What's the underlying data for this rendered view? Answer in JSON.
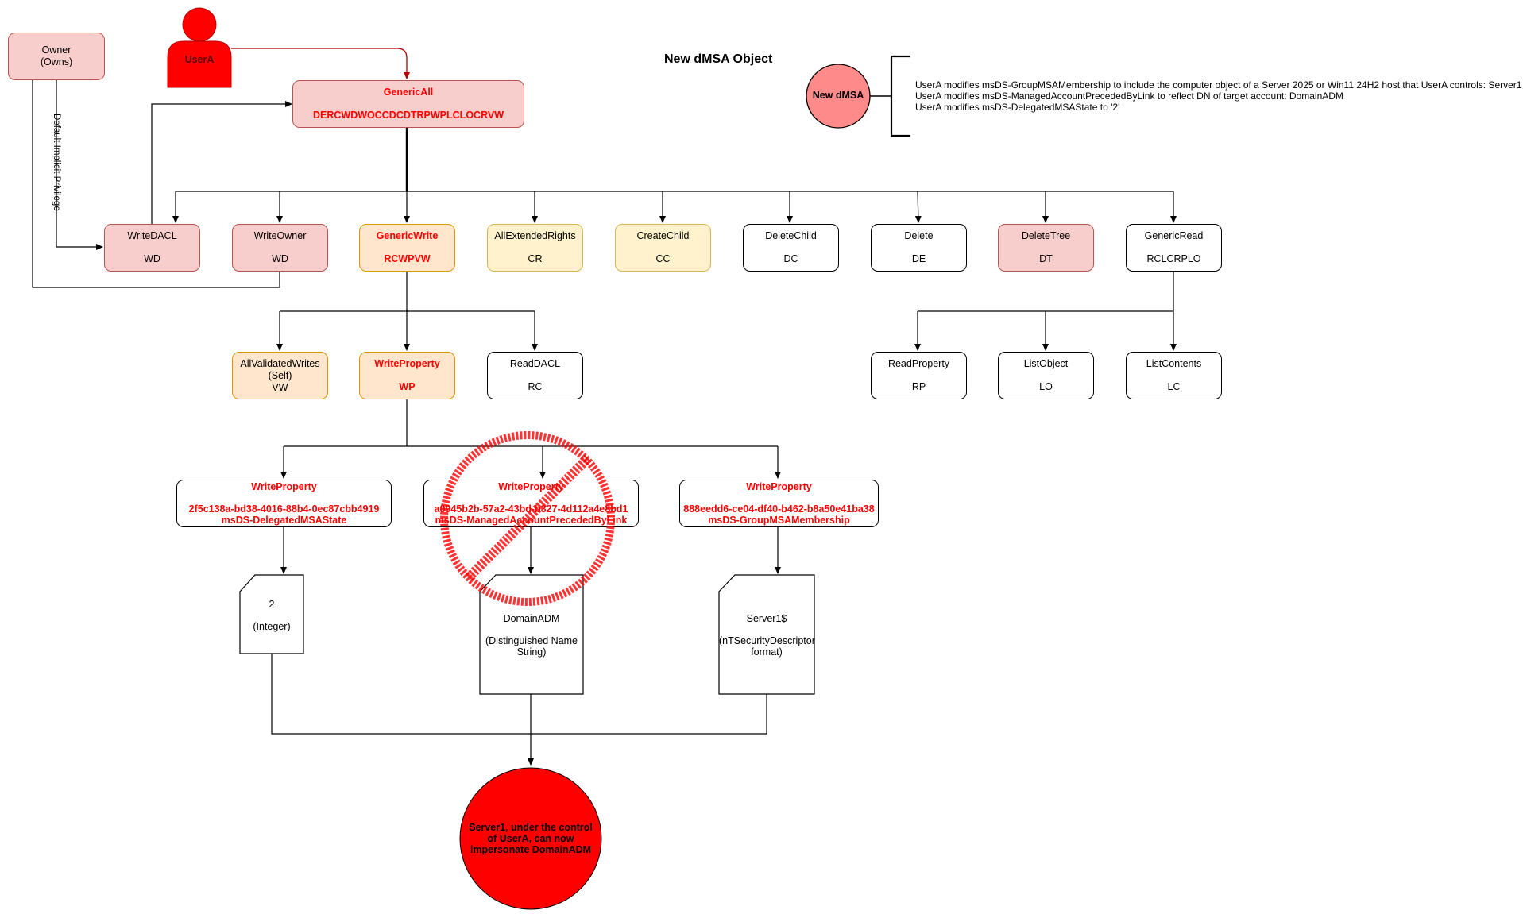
{
  "title": "New dMSA Object",
  "actor": {
    "label": "UserA",
    "color": "#ff0000"
  },
  "owner": {
    "line1": "Owner",
    "line2": "(Owns)"
  },
  "implicit_label": "Default Implicit Privilege",
  "generic_all": {
    "label": "GenericAll",
    "code": "DERCWDWOCCDCDTRPWPLCLOCRVW"
  },
  "rights": [
    {
      "label": "WriteDACL",
      "code": "WD"
    },
    {
      "label": "WriteOwner",
      "code": "WD"
    },
    {
      "label": "GenericWrite",
      "code": "RCWPVW"
    },
    {
      "label": "AllExtendedRights",
      "code": "CR"
    },
    {
      "label": "CreateChild",
      "code": "CC"
    },
    {
      "label": "DeleteChild",
      "code": "DC"
    },
    {
      "label": "Delete",
      "code": "DE"
    },
    {
      "label": "DeleteTree",
      "code": "DT"
    },
    {
      "label": "GenericRead",
      "code": "RCLCRPLO"
    }
  ],
  "generic_write_children": [
    {
      "label": "AllValidatedWrites\n(Self)",
      "code": "VW"
    },
    {
      "label": "WriteProperty",
      "code": "WP"
    },
    {
      "label": "ReadDACL",
      "code": "RC"
    }
  ],
  "generic_read_children": [
    {
      "label": "ReadProperty",
      "code": "RP"
    },
    {
      "label": "ListObject",
      "code": "LO"
    },
    {
      "label": "ListContents",
      "code": "LC"
    }
  ],
  "write_properties": [
    {
      "label": "WriteProperty",
      "guid": "2f5c138a-bd38-4016-88b4-0ec87cbb4919",
      "attr": "msDS-DelegatedMSAState"
    },
    {
      "label": "WriteProperty",
      "guid": "a0945b2b-57a2-43bd-b327-4d112a4e8bd1",
      "attr": "msDS-ManagedAccountPrecededByLink"
    },
    {
      "label": "WriteProperty",
      "guid": "888eedd6-ce04-df40-b462-b8a50e41ba38",
      "attr": "msDS-GroupMSAMembership"
    }
  ],
  "values": [
    "2\n\n(Integer)",
    "DomainADM\n\n(Distinguished Name\nString)",
    "Server1$\n\n(nTSecurityDescriptor\nformat)"
  ],
  "result": "Server1, under the control of UserA, can now impersonate DomainADM",
  "dmsa": {
    "label": "New dMSA",
    "color": "#ff8a8a"
  },
  "notes": [
    "UserA modifies msDS-GroupMSAMembership to include the computer object of a Server 2025 or Win11 24H2 host that UserA controls: Server1",
    "UserA modifies msDS-ManagedAccountPrecededByLink to reflect DN of target account: DomainADM",
    "UserA modifies msDS-DelegatedMSAState to '2'"
  ],
  "colors": {
    "red": "#ff0000",
    "pink_fill": "#f8cecc",
    "pink_stroke": "#b85450",
    "orange_fill": "#ffe6cc",
    "yellow_fill": "#fff2cc"
  }
}
